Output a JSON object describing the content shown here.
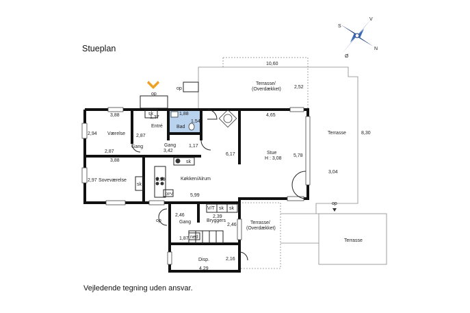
{
  "plan": {
    "title": "Stueplan",
    "disclaimer": "Vejledende tegning uden ansvar.",
    "compass": {
      "n": "N",
      "s": "S",
      "v": "V",
      "o": "Ø"
    },
    "entry_arrow_color": "#f0a020",
    "bath_color": "#b9d3ee",
    "rooms": {
      "vaerelse": "Værelse",
      "entre": "Entré",
      "bad": "Bad",
      "gang1": "Gang",
      "gang2": "Gang",
      "sovevaerelse": "Soveværelse",
      "kokken": "Køkken/Alrum",
      "stue": "Stue",
      "stue_height": "H : 3,08",
      "terrasse_overdaekket1": "Terrasse/",
      "terrasse_overdaekket1b": "(Overdækket)",
      "terrasse1": "Terrasse",
      "terrasse2": "Terrasse",
      "gang3": "Gang",
      "bryggers": "Bryggers",
      "terrasse_overdaekket2": "Terrasse/",
      "terrasse_overdaekket2b": "(Overdækket)",
      "disp": "Disp."
    },
    "labels": {
      "op1": "op",
      "op2": "op",
      "op3": "op",
      "op4": "op",
      "sk1": "sk",
      "sk2": "sk",
      "sk3": "sk",
      "sk4": "sk",
      "sk5": "sk",
      "opv": "OPV",
      "vt": "V/T",
      "ned": "ned"
    },
    "dims": {
      "d_10_60": "10,60",
      "d_2_52": "2,52",
      "d_4_65": "4,65",
      "d_8_30": "8,30",
      "d_3_88a": "3,88",
      "d_2_94": "2,94",
      "d_2_87a": "2,87",
      "d_2_87b": "2,87",
      "d_1_37": "1,37",
      "d_1_88": "1,88",
      "d_1_54": "1,54",
      "d_3_42": "3,42",
      "d_1_17": "1,17",
      "d_6_17": "6,17",
      "d_5_78": "5,78",
      "d_3_04": "3,04",
      "d_3_88b": "3,88",
      "d_2_97": "2,97",
      "d_2_99": "2,99",
      "d_5_99": "5,99",
      "d_2_46a": "2,46",
      "d_2_39": "2,39",
      "d_2_46b": "2,46",
      "d_1_87": "1,87",
      "d_2_16": "2,16",
      "d_4_29": "4,29"
    }
  }
}
